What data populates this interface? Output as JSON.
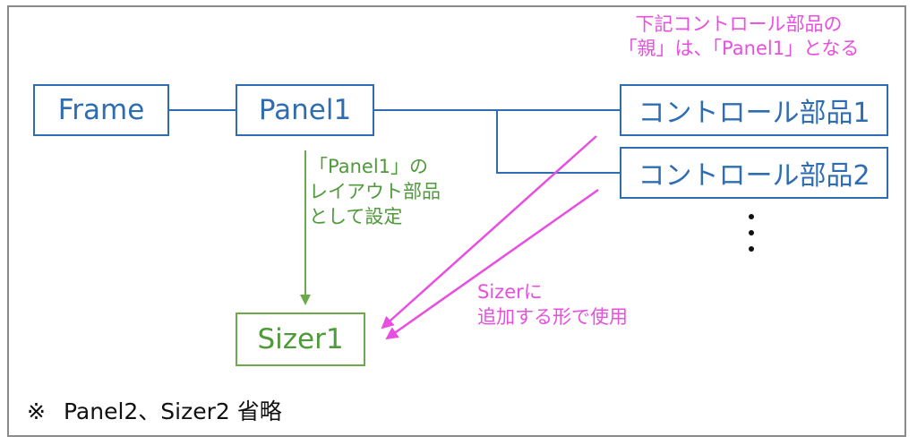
{
  "nodes": {
    "frame": "Frame",
    "panel1": "Panel1",
    "control1": "コントロール部品1",
    "control2": "コントロール部品2",
    "sizer1": "Sizer1"
  },
  "notes": {
    "parent_line1": "下記コントロール部品の",
    "parent_line2": "「親」は、「Panel1」となる",
    "layout_line1": "「Panel1」の",
    "layout_line2": "レイアウト部品",
    "layout_line3": "として設定",
    "sizer_line1": "Sizerに",
    "sizer_line2": "追加する形で使用"
  },
  "footnote": {
    "mark": "※",
    "text": "Panel2、Sizer2 省略"
  },
  "colors": {
    "blue": "#2f6db3",
    "green": "#6aaa4a",
    "pink": "#e84fe0",
    "border": "#8a8a8a"
  }
}
